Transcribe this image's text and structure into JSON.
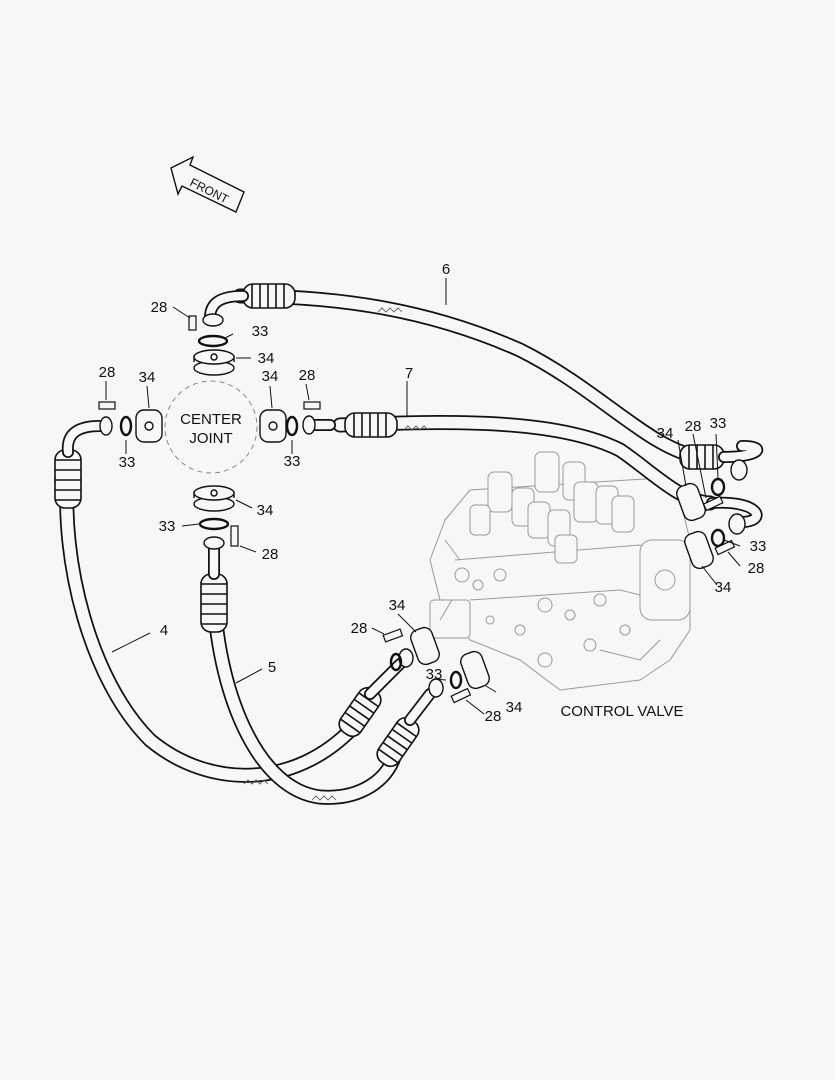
{
  "diagram": {
    "front_label": "FRONT",
    "center_joint": {
      "line1": "CENTER",
      "line2": "JOINT"
    },
    "control_valve_label": "CONTROL VALVE",
    "callouts": [
      {
        "id": "c6",
        "text": "6"
      },
      {
        "id": "c7",
        "text": "7"
      },
      {
        "id": "c4",
        "text": "4"
      },
      {
        "id": "c5",
        "text": "5"
      },
      {
        "id": "c28a",
        "text": "28"
      },
      {
        "id": "c33a",
        "text": "33"
      },
      {
        "id": "c34a",
        "text": "34"
      },
      {
        "id": "c28b",
        "text": "28"
      },
      {
        "id": "c34b",
        "text": "34"
      },
      {
        "id": "c33b",
        "text": "33"
      },
      {
        "id": "c34c",
        "text": "34"
      },
      {
        "id": "c28c",
        "text": "28"
      },
      {
        "id": "c33c",
        "text": "33"
      },
      {
        "id": "c34d",
        "text": "34"
      },
      {
        "id": "c33d",
        "text": "33"
      },
      {
        "id": "c28d",
        "text": "28"
      },
      {
        "id": "c34e",
        "text": "34"
      },
      {
        "id": "c28e",
        "text": "28"
      },
      {
        "id": "c33e",
        "text": "33"
      },
      {
        "id": "c33f",
        "text": "33"
      },
      {
        "id": "c28f",
        "text": "28"
      },
      {
        "id": "c34f",
        "text": "34"
      },
      {
        "id": "c34g",
        "text": "34"
      },
      {
        "id": "c28g",
        "text": "28"
      },
      {
        "id": "c33g",
        "text": "33"
      },
      {
        "id": "c34h",
        "text": "34"
      },
      {
        "id": "c28h",
        "text": "28"
      }
    ]
  }
}
